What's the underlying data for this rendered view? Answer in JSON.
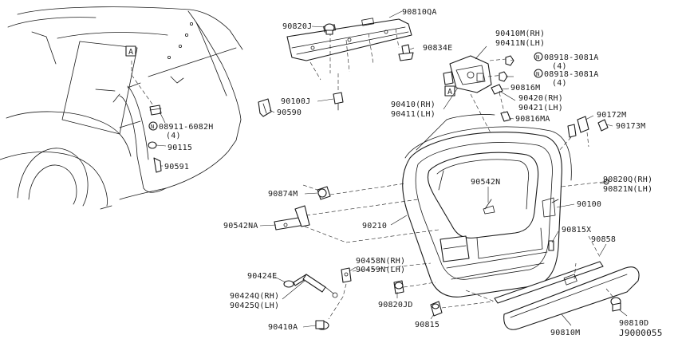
{
  "diagram_id": "J9000055",
  "reference_marker": "A",
  "labels": {
    "p90810QA": "90810QA",
    "p90820J": "90820J",
    "p90834E": "90834E",
    "p90100J": "90100J",
    "p90590": "90590",
    "p08911_6082H": "08911-6082H",
    "p08911_qty": "(4)",
    "p90115": "90115",
    "p90591": "90591",
    "p90410M": "90410M(RH)",
    "p90411N": "90411N(LH)",
    "p08918_3081A_1": "08918-3081A",
    "p08918_qty_1": "(4)",
    "p08918_3081A_2": "08918-3081A",
    "p08918_qty_2": "(4)",
    "p90816M": "90816M",
    "p90410": "90410(RH)",
    "p90411": "90411(LH)",
    "p90420": "90420(RH)",
    "p90421": "90421(LH)",
    "p90816MA": "90816MA",
    "p90172M": "90172M",
    "p90173M": "90173M",
    "p90874M": "90874M",
    "p90542N": "90542N",
    "p90820Q": "90820Q(RH)",
    "p90821N": "90821N(LH)",
    "p90100": "90100",
    "p90542NA": "90542NA",
    "p90210": "90210",
    "p90858": "90858",
    "p90815X": "90815X",
    "p90424E": "90424E",
    "p90458N": "90458N(RH)",
    "p90459N": "90459N(LH)",
    "p90424Q": "90424Q(RH)",
    "p90425Q": "90425Q(LH)",
    "p90820JD": "90820JD",
    "p90815": "90815",
    "p90410A": "90410A",
    "p90810M": "90810M",
    "p90810D": "90810D"
  },
  "symbols": {
    "n_mark": "N",
    "ref_A_1": "A",
    "ref_A_2": "A"
  }
}
